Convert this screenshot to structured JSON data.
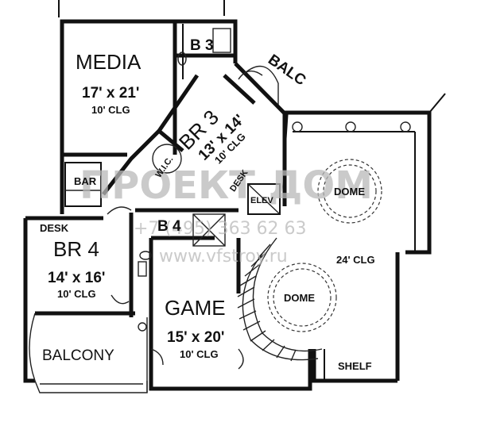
{
  "rooms": {
    "media": {
      "name": "MEDIA",
      "size": "17' x 21'",
      "ceiling": "10' CLG"
    },
    "b3": {
      "name": "B 3"
    },
    "balc": {
      "name": "BALC"
    },
    "br3": {
      "name": "BR 3",
      "size": "13' x 14'",
      "ceiling": "10' CLG"
    },
    "wic": {
      "name": "W.I.C."
    },
    "desk_upper": {
      "name": "DESK"
    },
    "elev": {
      "name": "ELEV"
    },
    "bar": {
      "name": "BAR"
    },
    "dome_upper": {
      "name": "DOME"
    },
    "desk_lower": {
      "name": "DESK"
    },
    "br4": {
      "name": "BR 4",
      "size": "14' x 16'",
      "ceiling": "10' CLG"
    },
    "b4": {
      "name": "B 4"
    },
    "open_area": {
      "ceiling": "24' CLG"
    },
    "dome_lower": {
      "name": "DOME"
    },
    "game": {
      "name": "GAME",
      "size": "15' x 20'",
      "ceiling": "10' CLG"
    },
    "balcony": {
      "name": "BALCONY"
    },
    "shelf": {
      "name": "SHELF"
    }
  },
  "watermark": {
    "brand": "ПРОЕКТ ДОМ",
    "phone": "+7 (495) 363 62 63",
    "site": "www.vfstroy.ru"
  }
}
